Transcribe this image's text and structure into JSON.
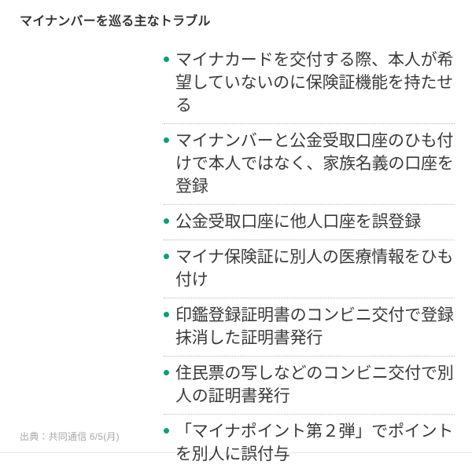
{
  "header": {
    "title": "マイナンバーを巡る主なトラブル"
  },
  "list": {
    "bullet_icon": "bullet-dot-icon",
    "bullet_color": "#0a9e7c",
    "items": [
      {
        "text": "マイナカードを交付する際、本人が希望していないのに保険証機能を持たせる"
      },
      {
        "text": "マイナンバーと公金受取口座のひも付けで本人ではなく、家族名義の口座を登録"
      },
      {
        "text": "公金受取口座に他人口座を誤登録"
      },
      {
        "text": "マイナ保険証に別人の医療情報をひも付け"
      },
      {
        "text": "印鑑登録証明書のコンビニ交付で登録抹消した証明書発行"
      },
      {
        "text": "住民票の写しなどのコンビニ交付で別人の証明書発行"
      },
      {
        "text": "「マイナポイント第２弾」でポイントを別人に誤付与"
      }
    ]
  },
  "footer": {
    "source": "出典：共同通信 6/5(月)"
  },
  "colors": {
    "background": "#ffffff",
    "title_text": "#333333",
    "body_text": "#3a3a3a",
    "bullet": "#0a9e7c",
    "divider": "#b8b8b8",
    "footer_text": "#a8a8a8"
  }
}
